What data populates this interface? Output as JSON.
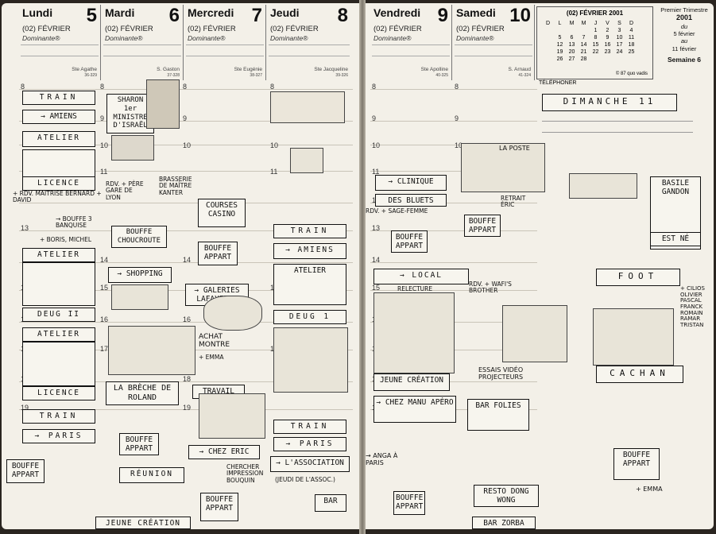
{
  "days_left": [
    {
      "name": "Lundi",
      "num": "5",
      "month": "(02) FÉVRIER",
      "dominant": "Dominante®",
      "saint": "Ste Agathe",
      "code": "36-329"
    },
    {
      "name": "Mardi",
      "num": "6",
      "month": "(02) FÉVRIER",
      "dominant": "Dominante®",
      "saint": "S. Gaston",
      "code": "37-328"
    },
    {
      "name": "Mercredi",
      "num": "7",
      "month": "(02) FÉVRIER",
      "dominant": "Dominante®",
      "saint": "Ste Eugénie",
      "code": "38-327"
    },
    {
      "name": "Jeudi",
      "num": "8",
      "month": "(02) FÉVRIER",
      "dominant": "Dominante®",
      "saint": "Ste Jacqueline",
      "code": "39-326"
    }
  ],
  "days_right": [
    {
      "name": "Vendredi",
      "num": "9",
      "month": "(02) FÉVRIER",
      "dominant": "Dominante®",
      "saint": "Ste Apolline",
      "code": "40-325"
    },
    {
      "name": "Samedi",
      "num": "10",
      "month": "(02) FÉVRIER",
      "dominant": "Dominante®",
      "saint": "S. Arnaud",
      "code": "41-324"
    }
  ],
  "mini_calendar": {
    "title": "(02) FÉVRIER 2001",
    "headers": [
      "D",
      "L",
      "M",
      "M",
      "J",
      "V",
      "S",
      "D"
    ],
    "rows": [
      [
        "",
        "",
        "",
        "",
        "1",
        "2",
        "3",
        "4"
      ],
      [
        "",
        "5",
        "6",
        "7",
        "8",
        "9",
        "10",
        "11"
      ],
      [
        "",
        "12",
        "13",
        "14",
        "15",
        "16",
        "17",
        "18"
      ],
      [
        "",
        "19",
        "20",
        "21",
        "22",
        "23",
        "24",
        "25"
      ],
      [
        "",
        "26",
        "27",
        "28",
        "",
        "",
        "",
        ""
      ]
    ],
    "footer": "© 87 quo vadis"
  },
  "trimester": {
    "label": "Premier Trimestre",
    "year": "2001",
    "du": "du",
    "from": "5 février",
    "au": "au",
    "to": "11 février",
    "week": "Semaine 6"
  },
  "telephone_label": "TÉLÉPHONER",
  "sunday": {
    "title": "DIMANCHE 11"
  },
  "hour_labels": [
    "8",
    "9",
    "10",
    "11",
    "12",
    "13",
    "14",
    "15",
    "16",
    "17",
    "18",
    "19"
  ],
  "entries": {
    "train1": "TRAIN",
    "amiens1": "→ AMIENS",
    "atelier1": "ATELIER",
    "licence1": "LICENCE",
    "atelier2": "ATELIER",
    "deug2": "DEUG II",
    "atelier3": "ATELIER",
    "licence2": "LICENCE",
    "train2": "TRAIN",
    "paris1": "→ PARIS",
    "bouffe1": "BOUFFE APPART",
    "sharon": "SHARON 1er MINISTRE D'ISRAËL",
    "bouffe2": "BOUFFE CHOUCROUTE",
    "shopping": "→ SHOPPING",
    "breche": "LA BRÈCHE DE ROLAND",
    "reunion": "RÉUNION",
    "jeune1": "JEUNE CRÉATION",
    "bouffe3": "BOUFFE APPART",
    "courses": "COURSES CASINO",
    "bouffe4": "BOUFFE APPART",
    "galeries": "→ GALERIES LAFAYETTE",
    "achat": "ACHAT MONTRE",
    "travail": "TRAVAIL",
    "chez_eric": "→ CHEZ ERIC",
    "bouffe5": "BOUFFE APPART",
    "train3": "TRAIN",
    "amiens2": "→ AMIENS",
    "atelier4": "ATELIER",
    "deug1": "DEUG 1",
    "train4": "TRAIN",
    "paris2": "→ PARIS",
    "association": "→ L'ASSOCIATION",
    "bar": "BAR",
    "clinique": "→ CLINIQUE",
    "bluets": "DES BLUETS",
    "bouffe6": "BOUFFE APPART",
    "local": "→ LOCAL",
    "jeune2": "JEUNE CRÉATION",
    "chez_manu": "→ CHEZ MANU APÉRO",
    "bouffe7": "BOUFFE APPART",
    "poste": "LA POSTE",
    "bouffe8": "BOUFFE APPART",
    "bar_folies": "BAR FOLIES",
    "resto": "RESTO DONG WONG",
    "bar_zorba": "BAR ZORBA",
    "foot": "FOOT",
    "cachan": "CACHAN",
    "basile": "BASILE GANDON",
    "estne": "EST NÉ",
    "bouffe9": "BOUFFE APPART",
    "emma": "+ EMMA"
  },
  "notes": {
    "rdv_maitrise": "+ RDV. MAITRISE BERNARD + DAVID",
    "bouffe_banquise": "→ BOUFFE 3 BANQUISE",
    "boris": "+ BORIS, MICHEL",
    "rdv_pere": "RDV. + PÈRE GARE DE LYON",
    "brasserie": "BRASSERIE DE MAÎTRE KANTER",
    "emma_achat": "+ EMMA",
    "rdv_relecture": "RELECTURE CATALOGUE",
    "rdv_wafi": "RDV. + WAFI'S BROTHER",
    "essais": "ESSAIS VIDÉO PROJECTEURS",
    "telephoner": "TÉLÉPHONER",
    "cherche": "CHERCHER IMPRESSION BOUQUIN",
    "jeudi_assoc": "(JEUDI DE L'ASSOC.)",
    "anga": "→ ANGA À PARIS",
    "foot_names": "+ CILIOS OLIVIER PASCAL FRANCK ROMAIN RAMAR TRISTAN",
    "retrait": "RETRAIT ÉRIC",
    "rdv_sage": "RDV. + SAGE-FEMME"
  }
}
